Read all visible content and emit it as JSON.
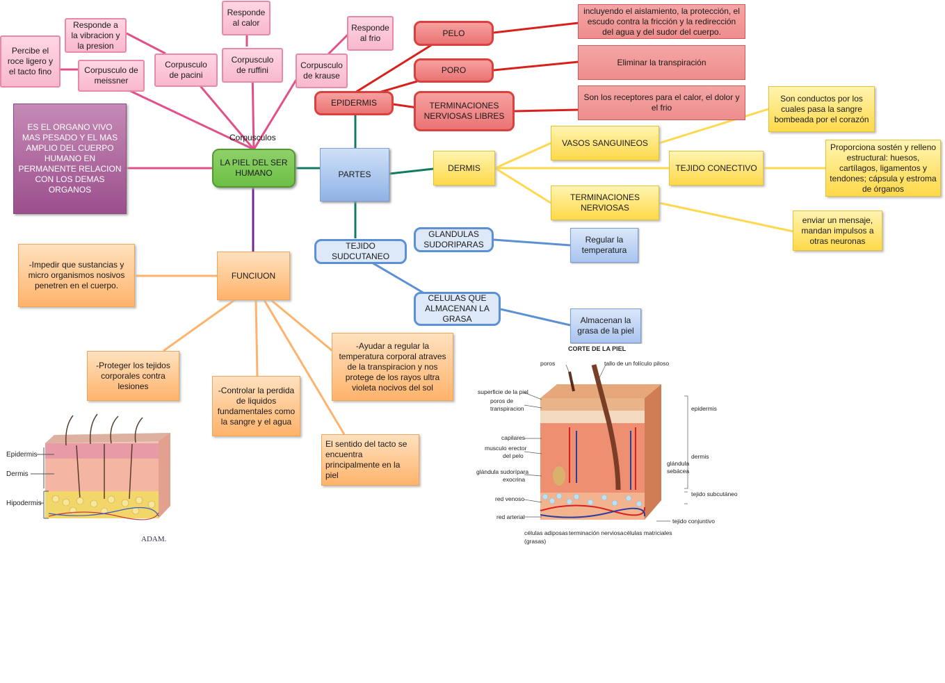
{
  "central": {
    "label": "LA PIEL DEL SER HUMANO"
  },
  "definition": {
    "text": "ES EL ORGANO VIVO MAS PESADO Y EL MAS AMPLIO DEL CUERPO HUMANO EN PERMANENTE RELACION CON LOS DEMAS ORGANOS"
  },
  "corpusculos": {
    "label": "Corpusculos",
    "meissner": {
      "label": "Corpusculo de meissner",
      "function": "Percibe el roce ligero y el tacto fino"
    },
    "pacini": {
      "label": "Corpusculo de pacini",
      "function": "Responde a la vibracion y la presion"
    },
    "ruffini": {
      "label": "Corpusculo de ruffini",
      "function": "Responde al calor"
    },
    "krause": {
      "label": "Corpusculo de krause",
      "function": "Responde al frio"
    }
  },
  "partes": {
    "label": "PARTES",
    "epidermis": {
      "label": "EPIDERMIS",
      "pelo": {
        "label": "PELO",
        "desc": "incluyendo el aislamiento, la protección, el escudo contra la fricción y la redirección del agua y del sudor del cuerpo."
      },
      "poro": {
        "label": "PORO",
        "desc": "Eliminar la transpiración"
      },
      "terminaciones": {
        "label": "TERMINACIONES NERVIOSAS LIBRES",
        "desc": "Son los receptores para el calor, el dolor y el frio"
      }
    },
    "dermis": {
      "label": "DERMIS",
      "vasos": {
        "label": "VASOS SANGUINEOS",
        "desc": "Son conductos por los cuales pasa la sangre bombeada por el corazón"
      },
      "tejido": {
        "label": "TEJIDO CONECTIVO",
        "desc": "Proporciona sostén y relleno estructural: huesos, cartílagos, ligamentos y tendones; cápsula y estroma de órganos"
      },
      "terminaciones": {
        "label": "TERMINACIONES NERVIOSAS",
        "desc": "enviar un mensaje, mandan impulsos a otras neuronas"
      }
    },
    "subcutaneo": {
      "label": "TEJIDO SUDCUTANEO",
      "glandulas": {
        "label": "GLANDULAS SUDORIPARAS",
        "desc": "Regular la temperatura"
      },
      "celulas": {
        "label": "CELULAS QUE ALMACENAN LA GRASA",
        "desc": "Almacenan la grasa de la piel"
      }
    }
  },
  "funcion": {
    "label": "FUNCIUON",
    "items": [
      "-Impedir que sustancias y micro organismos nosivos penetren en el cuerpo.",
      "-Proteger los tejidos corporales contra lesiones",
      "-Controlar la perdida de liquidos fundamentales como la sangre y el agua",
      "El sentido del tacto se encuentra principalmente en la piel",
      "-Ayudar a regular la temperatura corporal atraves de la transpiracion y nos protege de los rayos ultra violeta nocivos del sol"
    ]
  },
  "figure_left": {
    "labels": [
      "Epidermis",
      "Dermis",
      "Hipodermis"
    ],
    "credit": "ADAM."
  },
  "figure_right": {
    "title": "CORTE DE LA PIEL",
    "labels": {
      "poros": "poros",
      "tallo": "tallo de un folículo piloso",
      "superficie": "superficie de la piel",
      "poros_transp_1": "poros de",
      "poros_transp_2": "transpiracion",
      "capilares": "capilares",
      "musculo_1": "musculo erector",
      "musculo_2": "del pelo",
      "glandula_sud_1": "glándula sudorípara",
      "glandula_sud_2": "exocrina",
      "red_venoso": "red venoso",
      "red_arterial": "red arterial",
      "celulas_1": "células adiposas",
      "celulas_2": "(grasas)",
      "terminacion": "terminación nerviosa",
      "celulas_matriciales": "células matriciales",
      "tejido_conjuntivo": "tejido conjuntivo",
      "epidermis": "epidermis",
      "dermis": "dermis",
      "glandula_seb_1": "glándula",
      "glandula_seb_2": "sebácea",
      "tejido_subcutaneo": "tejido subcutáneo"
    }
  },
  "colors": {
    "pink_line": "#e2508a",
    "red_line": "#d8201d",
    "yellow_line": "#ffd84d",
    "blue_line": "#5b8fd6",
    "orange_line": "#ffb26b",
    "teal_line": "#127a62",
    "purple_line": "#6c2b8e"
  }
}
